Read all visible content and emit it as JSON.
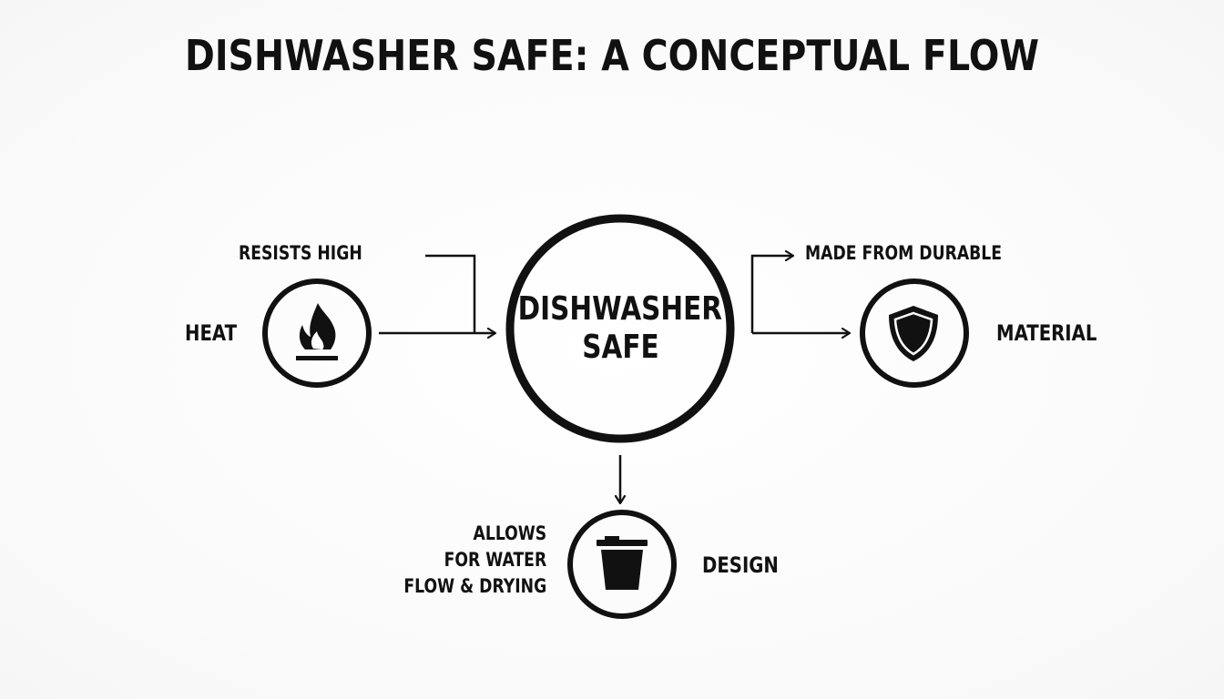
{
  "title": "DISHWASHER SAFE: A CONCEPTUAL FLOW",
  "center": {
    "line1": "DISHWASHER",
    "line2": "SAFE"
  },
  "left_node": {
    "caption": "RESISTS HIGH",
    "label": "HEAT",
    "icon": "flame-icon"
  },
  "right_node": {
    "caption": "MADE FROM DURABLE",
    "label": "MATERIAL",
    "icon": "shield-icon"
  },
  "bottom_node": {
    "caption_lines": [
      "ALLOWS",
      "FOR WATER",
      "FLOW & DRYING"
    ],
    "label": "DESIGN",
    "icon": "bucket-icon"
  },
  "colors": {
    "ink": "#111111",
    "background": "#fdfdfd"
  }
}
